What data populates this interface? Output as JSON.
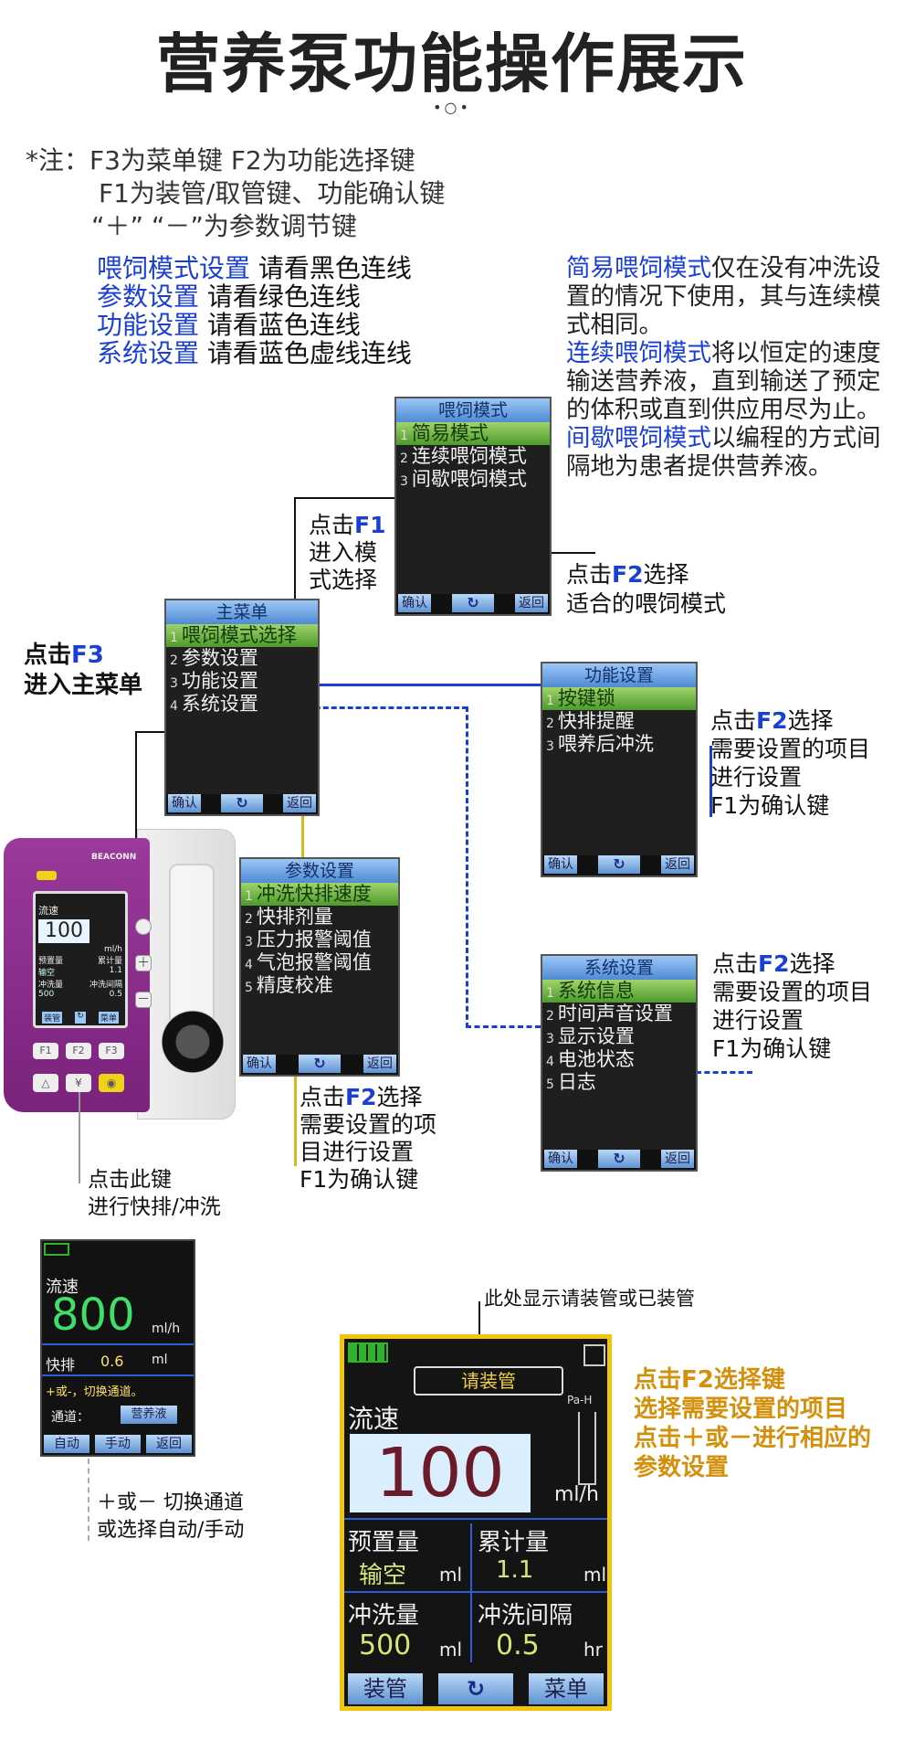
{
  "page": {
    "title": "营养泵功能操作展示",
    "dots": "•○•"
  },
  "notes": {
    "line1": "*注：F3为菜单键 F2为功能选择键",
    "line2": "F1为装管/取管键、功能确认键",
    "line3": "“＋”  “－”为参数调节键"
  },
  "legend": [
    {
      "key": "喂饲模式设置",
      "val": " 请看黑色连线"
    },
    {
      "key": "参数设置",
      "val": " 请看绿色连线"
    },
    {
      "key": "功能设置",
      "val": " 请看蓝色连线"
    },
    {
      "key": "系统设置",
      "val": " 请看蓝色虚线连线"
    }
  ],
  "modes_desc": [
    {
      "key": "简易喂饲模式",
      "text": "仅在没有冲洗设置的情况下使用，其与连续模式相同。"
    },
    {
      "key": "连续喂饲模式",
      "text": "将以恒定的速度输送营养液，直到输送了预定的体积或直到供应用尽为止。"
    },
    {
      "key": "间歇喂饲模式",
      "text": "以编程的方式间隔地为患者提供营养液。"
    }
  ],
  "screens": {
    "feed_mode": {
      "title": "喂饲模式",
      "items": [
        "简易模式",
        "连续喂饲模式",
        "间歇喂饲模式"
      ],
      "footer": [
        "确认",
        "↻",
        "返回"
      ]
    },
    "main_menu": {
      "title": "主菜单",
      "items": [
        "喂饲模式选择",
        "参数设置",
        "功能设置",
        "系统设置"
      ],
      "footer": [
        "确认",
        "↻",
        "返回"
      ]
    },
    "func_set": {
      "title": "功能设置",
      "items": [
        "按键锁",
        "快排提醒",
        "喂养后冲洗"
      ],
      "footer": [
        "确认",
        "↻",
        "返回"
      ]
    },
    "param_set": {
      "title": "参数设置",
      "items": [
        "冲洗快排速度",
        "快排剂量",
        "压力报警阈值",
        "气泡报警阈值",
        "精度校准"
      ],
      "footer": [
        "确认",
        "↻",
        "返回"
      ]
    },
    "sys_set": {
      "title": "系统设置",
      "items": [
        "系统信息",
        "时间声音设置",
        "显示设置",
        "电池状态",
        "日志"
      ],
      "footer": [
        "确认",
        "↻",
        "返回"
      ]
    }
  },
  "labels": {
    "f1_press": "点击",
    "f1_key": "F1",
    "f1_rest1": "进入模",
    "f1_rest2": "式选择",
    "f2_feed1_a": "点击",
    "f2_feed1_b": "F2",
    "f2_feed1_c": "选择",
    "f2_feed2": "适合的喂饲模式",
    "f3_a": "点击",
    "f3_b": "F3",
    "f3_c": "进入主菜单",
    "func_a": "点击",
    "func_b": "F2",
    "func_c": "选择",
    "func_2": "需要设置的项目",
    "func_3": "进行设置",
    "func_4": "F1为确认键",
    "sys_a": "点击",
    "sys_b": "F2",
    "sys_c": "选择",
    "sys_2": "需要设置的项目",
    "sys_3": "进行设置",
    "sys_4": "F1为确认键",
    "param_a": "点击",
    "param_b": "F2",
    "param_c": "选择",
    "param_2": "需要设置的项",
    "param_3": "目进行设置",
    "param_4": "F1为确认键",
    "flush_1": "点击此键",
    "flush_2": "进行快排/冲洗",
    "switch_1": "＋或－ 切换通道",
    "switch_2": "或选择自动/手动",
    "tube_hint": "此处显示请装管或已装管",
    "orange_1": "点击F2选择键",
    "orange_2": "选择需要设置的项目",
    "orange_3": "点击＋或－进行相应的",
    "orange_4": "参数设置"
  },
  "device": {
    "brand": "BEACONN",
    "rate_label": "流速",
    "rate": "100",
    "unit": "ml/h",
    "preset": "预置量",
    "total": "累计量",
    "preset_val": "输空",
    "total_val": "1.1",
    "flush": "冲洗量",
    "interval": "冲洗间隔",
    "flush_val": "500",
    "interval_val": "0.5",
    "soft": [
      "装管",
      "↻",
      "菜单"
    ],
    "fkeys": [
      "F1",
      "F2",
      "F3"
    ]
  },
  "flush_screen": {
    "rate_label": "流速",
    "rate": "800",
    "unit": "ml/h",
    "fast_label": "快排",
    "fast_val": "0.6",
    "fast_unit": "ml",
    "hint": "+或-，切换通道。",
    "channel_label": "通道：",
    "channel_val": "营养液",
    "footer": [
      "自动",
      "手动",
      "返回"
    ]
  },
  "big_screen": {
    "status": "请装管",
    "pa": "Pa-H",
    "rate_label": "流速",
    "rate": "100",
    "unit": "ml/h",
    "preset": "预置量",
    "total": "累计量",
    "preset_val": "输空",
    "total_val": "1.1",
    "ml": "ml",
    "flush": "冲洗量",
    "interval": "冲洗间隔",
    "flush_val": "500",
    "interval_val": "0.5",
    "hr": "hr",
    "footer": [
      "装管",
      "↻",
      "菜单"
    ]
  },
  "colors": {
    "blue": "#1a3fd6",
    "black_line": "#111111",
    "green_line": "#d4b820",
    "orange": "#d4900c",
    "purple": "#8a2d8c"
  }
}
